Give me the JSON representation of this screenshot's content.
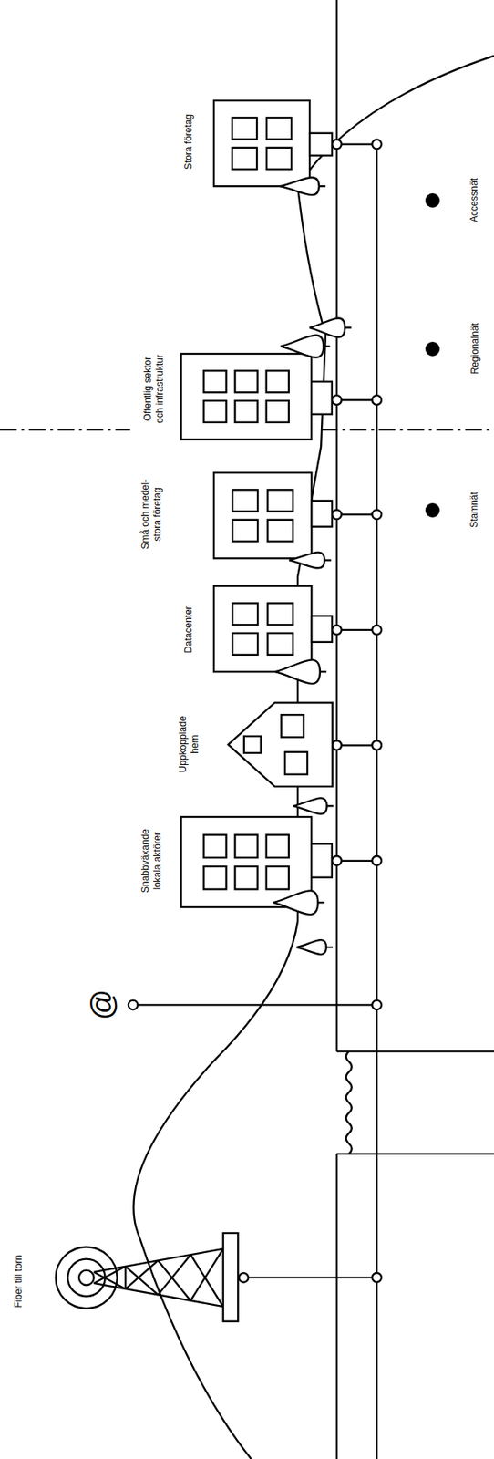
{
  "diagram": {
    "nodes": [
      {
        "text": [
          "Fiber till torn"
        ]
      },
      {
        "text": [
          "Snabbväxande lokala aktörer"
        ]
      },
      {
        "text": [
          "Uppkopplade hem"
        ]
      },
      {
        "text": [
          "Datacenter"
        ]
      },
      {
        "text": [
          "Små och medel- stora företag"
        ]
      },
      {
        "text": [
          "Offentlig sektor och infrastruktur"
        ]
      },
      {
        "text": [
          "Stora företag"
        ]
      }
    ],
    "labels": [
      "@"
    ],
    "legend": [
      {
        "text": "Stamnät",
        "color": "#000000"
      },
      {
        "text": "Regionalnät",
        "color": "#000000"
      },
      {
        "text": "Accessnät",
        "color": "#000000"
      }
    ]
  }
}
